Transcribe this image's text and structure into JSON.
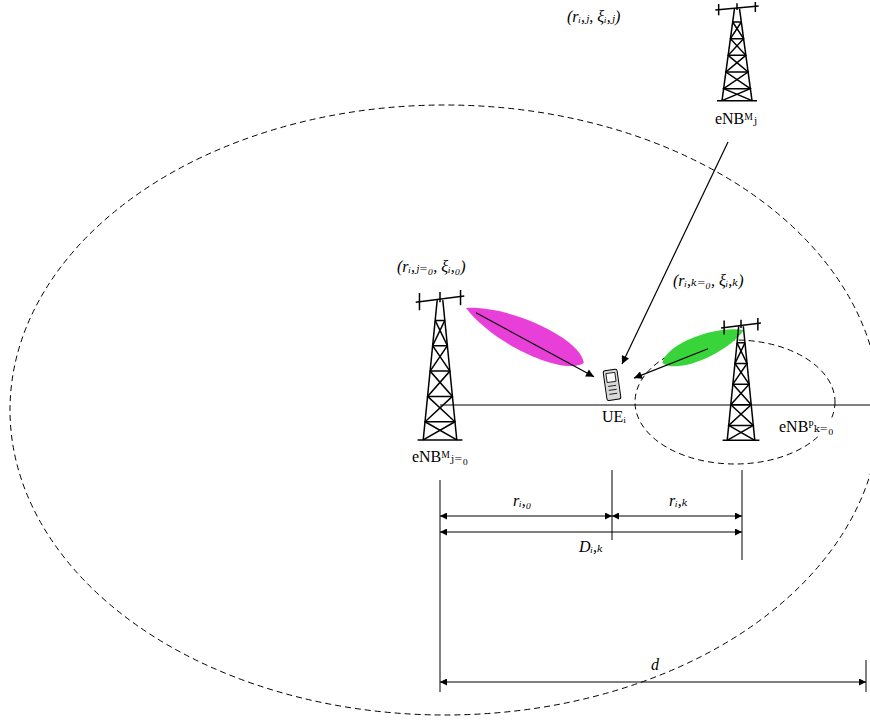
{
  "diagram": {
    "nodes": [
      {
        "text": [
          "(rᵢ,ⱼ, ξᵢ,ⱼ)",
          "eNBᴹⱼ"
        ]
      },
      {
        "text": [
          "(rᵢ,ⱼ₌₀, ξᵢ,₀)",
          "eNBᴹⱼ₌₀"
        ]
      },
      {
        "text": [
          "UEᵢ"
        ]
      },
      {
        "text": [
          "(rᵢ,ₖ₌₀, ξᵢ,ₖ)",
          "eNBᴾₖ₌₀"
        ]
      }
    ],
    "edges": [
      {
        "from": 0,
        "to": 2,
        "arrow": "to"
      },
      {
        "from": 1,
        "to": 2,
        "arrow": "to"
      },
      {
        "from": 3,
        "to": 2,
        "arrow": "to"
      }
    ],
    "labels": [
      "rᵢ,₀",
      "rᵢ,ₖ",
      "Dᵢ,ₖ",
      "d"
    ]
  }
}
